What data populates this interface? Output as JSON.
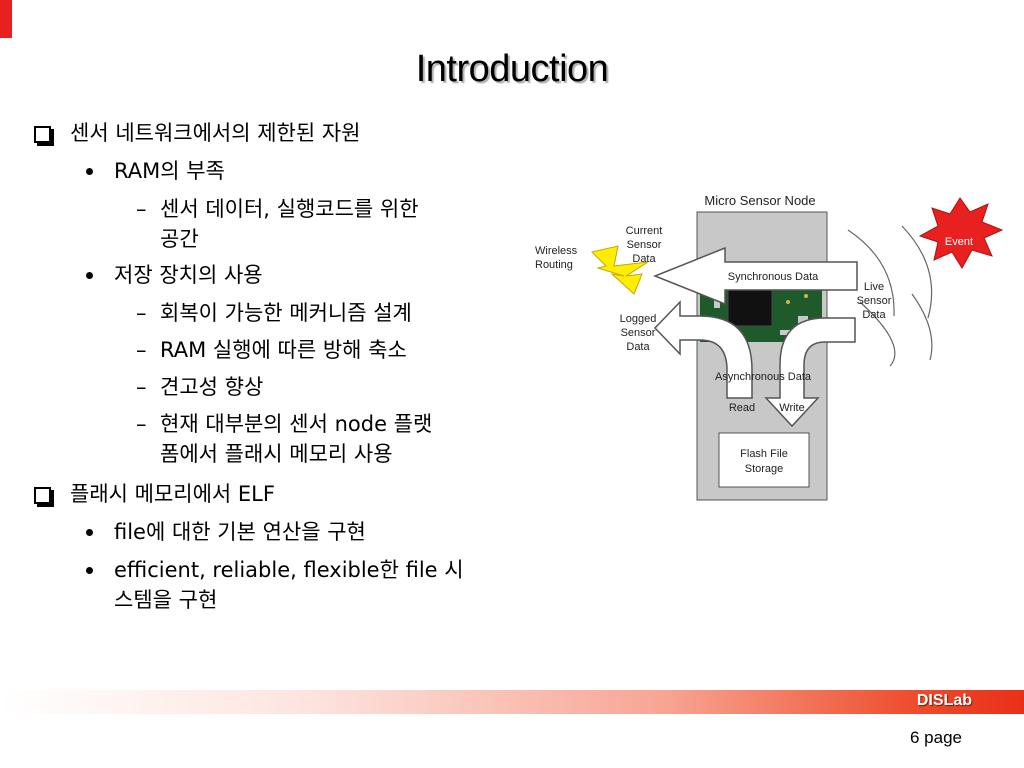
{
  "slide": {
    "title": "Introduction",
    "bullets": [
      {
        "text": "센서 네트워크에서의 제한된 자원",
        "items": [
          {
            "text": "RAM의 부족",
            "subitems": [
              {
                "lines": [
                  "센서 데이터, 실행코드를 위한",
                  "공간"
                ]
              }
            ]
          },
          {
            "text": "저장 장치의 사용",
            "subitems": [
              {
                "lines": [
                  "회복이 가능한 메커니즘 설계"
                ]
              },
              {
                "lines": [
                  "RAM 실행에 따른 방해 축소"
                ]
              },
              {
                "lines": [
                  "견고성 향상"
                ]
              },
              {
                "lines": [
                  "현재 대부분의 센서 node 플랫",
                  "폼에서 플래시 메모리 사용"
                ]
              }
            ]
          }
        ]
      },
      {
        "text": "플래시 메모리에서 ELF",
        "items": [
          {
            "lines": [
              "file에 대한 기본 연산을 구현"
            ]
          },
          {
            "lines": [
              "efficient, reliable, flexible한  file 시",
              "스템을 구현"
            ]
          }
        ]
      }
    ]
  },
  "diagram": {
    "node_title": "Micro Sensor Node",
    "current_sensor_data": [
      "Current",
      "Sensor",
      "Data"
    ],
    "wireless_routing": [
      "Wireless",
      "Routing"
    ],
    "logged_sensor_data": [
      "Logged",
      "Sensor",
      "Data"
    ],
    "synchronous_data": "Synchronous Data",
    "live_sensor_data": [
      "Live",
      "Sensor",
      "Data"
    ],
    "event": "Event",
    "asynchronous_data": "Asynchronous Data",
    "read": "Read",
    "write": "Write",
    "flash_storage": [
      "Flash File",
      "Storage"
    ]
  },
  "footer": {
    "brand": "DISLab",
    "page": "6 page"
  },
  "colors": {
    "accent_red": "#e8201f",
    "event_red": "#e8201f",
    "lightning_yellow": "#ffee00",
    "node_gray": "#c8c8c8"
  }
}
